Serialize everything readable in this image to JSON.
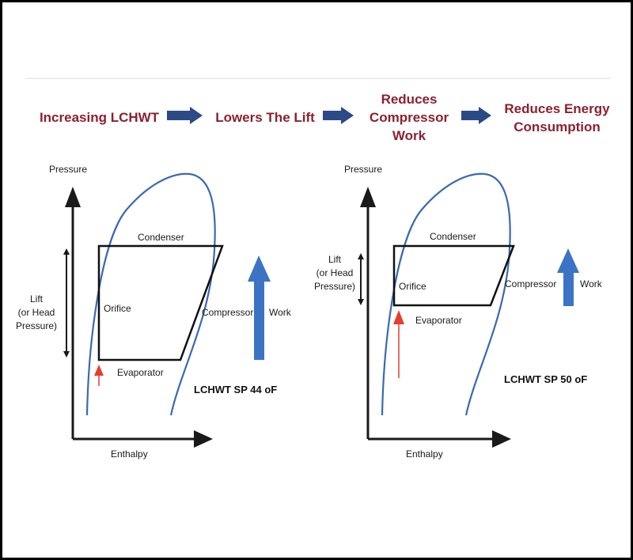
{
  "colors": {
    "flow_text": "#8b2131",
    "flow_arrow": "#2b4a86",
    "dome_curve": "#3a6ab0",
    "cycle": "#111111",
    "work_arrow": "#3b74c4",
    "lift_arrow": "#e53d2f"
  },
  "flow": {
    "step1": "Increasing LCHWT",
    "step2": "Lowers The Lift",
    "step3": "Reduces\nCompressor\nWork",
    "step4": "Reduces Energy\nConsumption"
  },
  "diagrams": [
    {
      "pressure_label": "Pressure",
      "enthalpy_label": "Enthalpy",
      "condenser_label": "Condenser",
      "evaporator_label": "Evaporator",
      "orifice_label": "Orifice",
      "compressor_label": "Compressor",
      "work_label": "Work",
      "lift_line1": "Lift",
      "lift_line2": "(or Head",
      "lift_line3": "Pressure)",
      "setpoint_label": "LCHWT SP 44 oF"
    },
    {
      "pressure_label": "Pressure",
      "enthalpy_label": "Enthalpy",
      "condenser_label": "Condenser",
      "evaporator_label": "Evaporator",
      "orifice_label": "Orifice",
      "compressor_label": "Compressor",
      "work_label": "Work",
      "lift_line1": "Lift",
      "lift_line2": "(or Head",
      "lift_line3": "Pressure)",
      "setpoint_label": "LCHWT SP 50 oF"
    }
  ]
}
